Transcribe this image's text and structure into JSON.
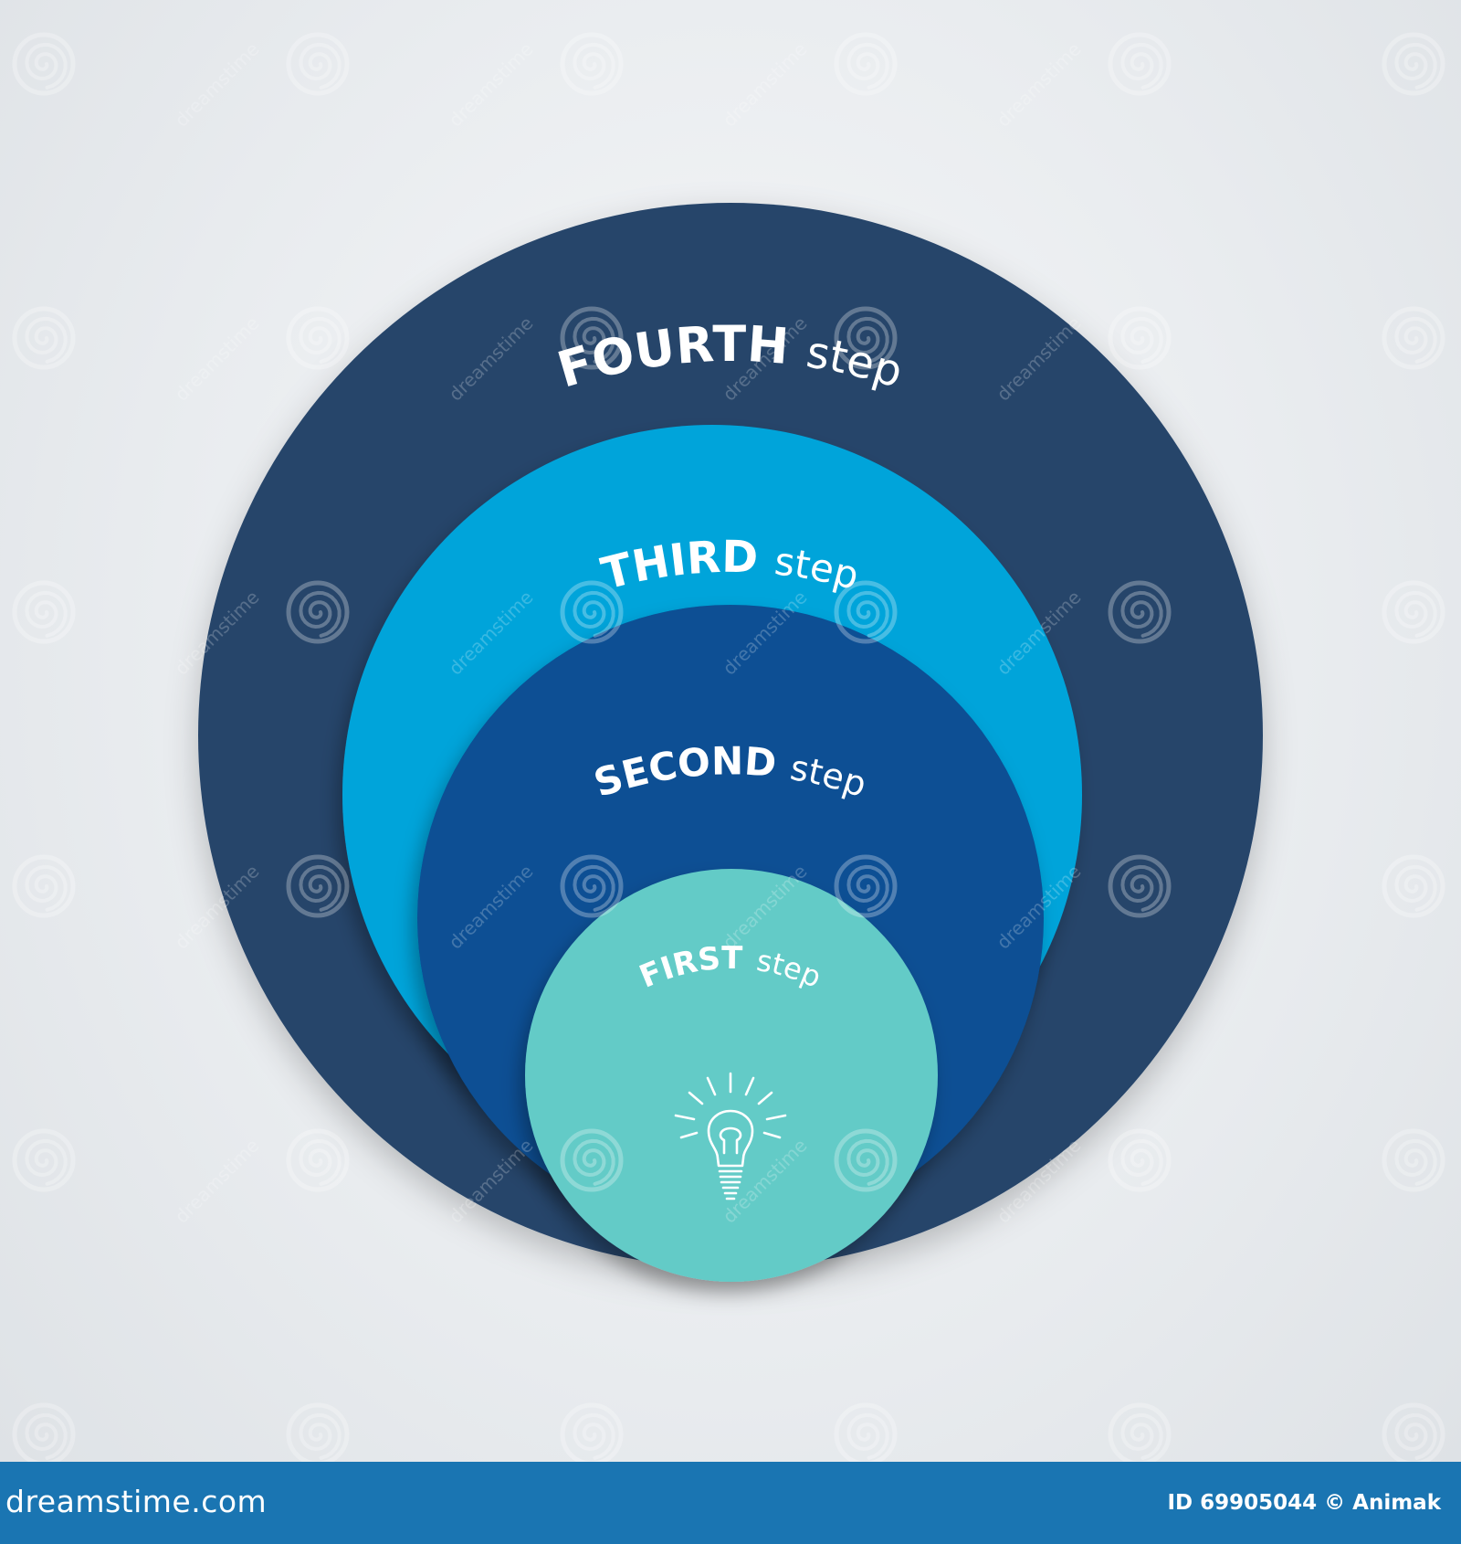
{
  "diagram": {
    "steps": [
      {
        "strong": "FOURTH",
        "light": "step",
        "color": "#28456a"
      },
      {
        "strong": "THIRD",
        "light": "step",
        "color": "#05a4da"
      },
      {
        "strong": "SECOND",
        "light": "step",
        "color": "#085094"
      },
      {
        "strong": "FIRST",
        "light": "step",
        "color": "#64cbc7"
      }
    ],
    "center_icon": "lightbulb-icon"
  },
  "watermark": {
    "site": "dreamstime",
    "icon": "dreamstime-spiral-icon"
  },
  "footer": {
    "brand": "dreamstime.com",
    "credit": "ID 69905044 © Animak",
    "background": "#1a75b2"
  }
}
